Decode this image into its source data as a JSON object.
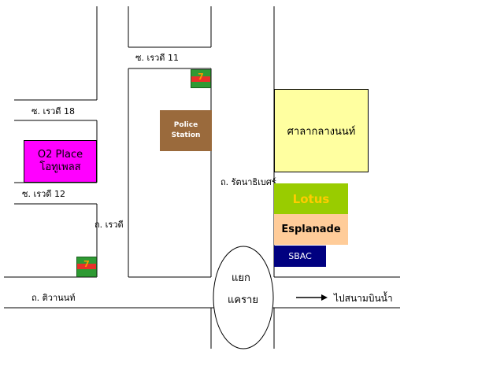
{
  "streets": {
    "soi_rewadee_11": "ซ. เรวดี 11",
    "soi_rewadee_18": "ซ. เรวดี 18",
    "soi_rewadee_12": "ซ. เรวดี 12",
    "thanon_rewadee": "ถ. เรวดี",
    "thanon_rattanathibet": "ถ. รัตนาธิเบศร์",
    "thanon_tiwanon": "ถ. ติวานนท์"
  },
  "places": {
    "police_station": {
      "label": "Police\nStation",
      "color": "#9a6a3c"
    },
    "court": {
      "label": "ศาลากลางนนท์",
      "color": "#ffffa0"
    },
    "o2_place": {
      "label": "O2 Place\nโอทูเพลส",
      "color": "#ff00ff"
    },
    "lotus": {
      "label": "Lotus",
      "color": "#99cc00",
      "text_color": "#ffcc00"
    },
    "esplanade": {
      "label": "Esplanade",
      "color": "#ffcc99"
    },
    "sbac": {
      "label": "SBAC",
      "color": "#000080",
      "text_color": "#ffffff"
    }
  },
  "intersection": {
    "line1": "แยก",
    "line2": "แคราย"
  },
  "direction": {
    "arrow": "right-arrow-icon",
    "label": "ไปสนามบินน้ำ"
  },
  "stores": {
    "label": "7"
  }
}
